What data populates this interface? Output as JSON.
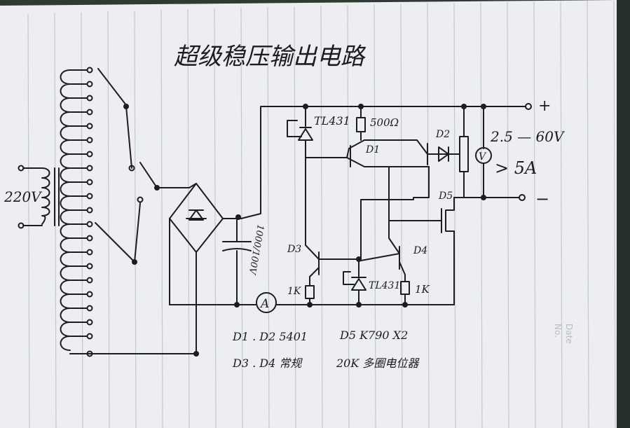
{
  "title": "超级稳压输出电路",
  "labels": {
    "ac_input": "220V",
    "ref1": "TL431",
    "res_top": "500Ω",
    "d1": "D1",
    "d2": "D2",
    "d5": "D5",
    "d3": "D3",
    "d4": "D4",
    "ref2": "TL431",
    "r_left": "1K",
    "r_right": "1K",
    "cap": "1000/100V",
    "ammeter": "A",
    "voltmeter": "V",
    "out_pos": "+",
    "out_neg": "−",
    "out_range": "2.5 — 60V",
    "out_current": "> 5A"
  },
  "notes": {
    "line1_left": "D1 . D2  5401",
    "line1_right": "D5  K790  X2",
    "line2_left": "D3 . D4  常规",
    "line2_right": "20K 多圈电位器"
  },
  "paper": {
    "corner_no": "No.",
    "corner_date": "Date"
  }
}
